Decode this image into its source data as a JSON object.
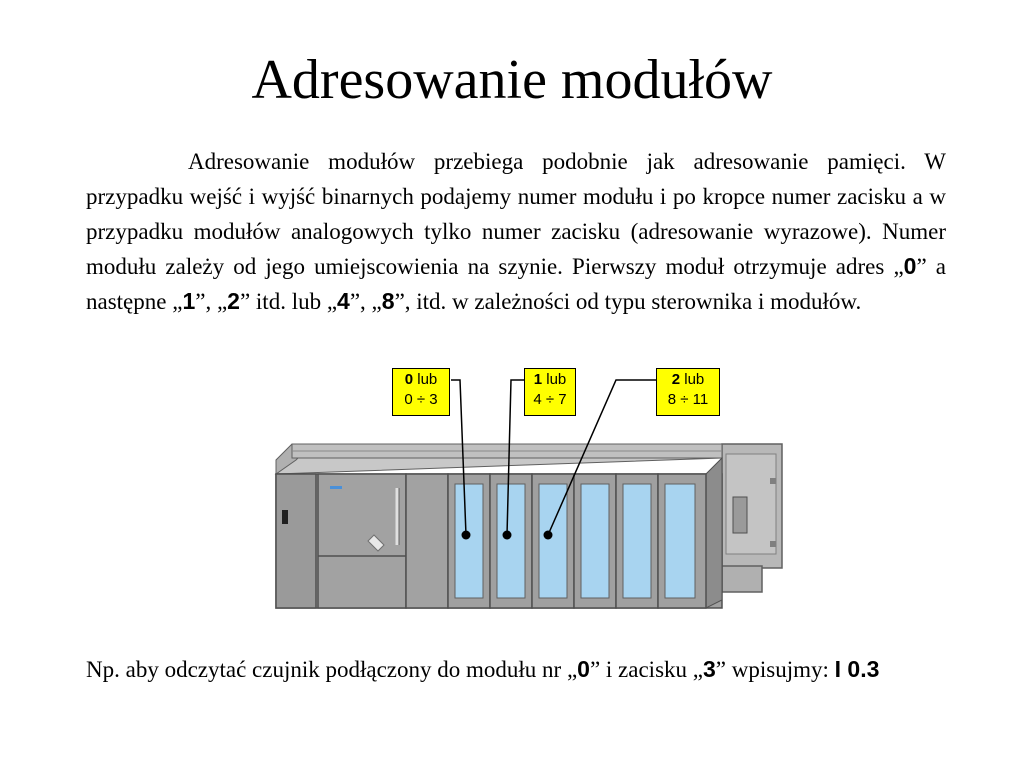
{
  "slide": {
    "title": "Adresowanie modułów",
    "paragraph1": {
      "t1": "Adresowanie modułów przebiega podobnie jak adresowanie pamięci. W przypadku wejść i wyjść binarnych podajemy numer modułu i po kropce numer zacisku a w przypadku modułów analogowych tylko numer zacisku (adresowanie wyrazowe). Numer modułu zależy od jego umiejscowienia na szynie. Pierwszy moduł otrzymuje adres „",
      "b1": "0",
      "t2": "” a następne „",
      "b2": "1",
      "t3": "”, „",
      "b3": "2",
      "t4": "” itd. lub „",
      "b4": "4",
      "t5": "”, „",
      "b5": "8",
      "t6": "”, itd.  w zależności od typu sterownika i modułów."
    },
    "labels": [
      {
        "num": "0",
        "word": " lub",
        "range": "0 ÷ 3"
      },
      {
        "num": "1",
        "word": " lub",
        "range": "4 ÷ 7"
      },
      {
        "num": "2",
        "word": " lub",
        "range": "8 ÷ 11"
      }
    ],
    "paragraph2": {
      "t1": "Np. aby odczytać czujnik podłączony do modułu nr „",
      "b1": "0",
      "t2": "” i zacisku „",
      "b2": "3",
      "t3": "” wpisujmy: ",
      "b3": "I 0.3"
    },
    "colors": {
      "label_bg": "#ffff00",
      "module_slot": "#a8d4f0",
      "housing": "#a0a0a0",
      "housing_dark": "#707070",
      "rail": "#b0b0b0"
    }
  }
}
